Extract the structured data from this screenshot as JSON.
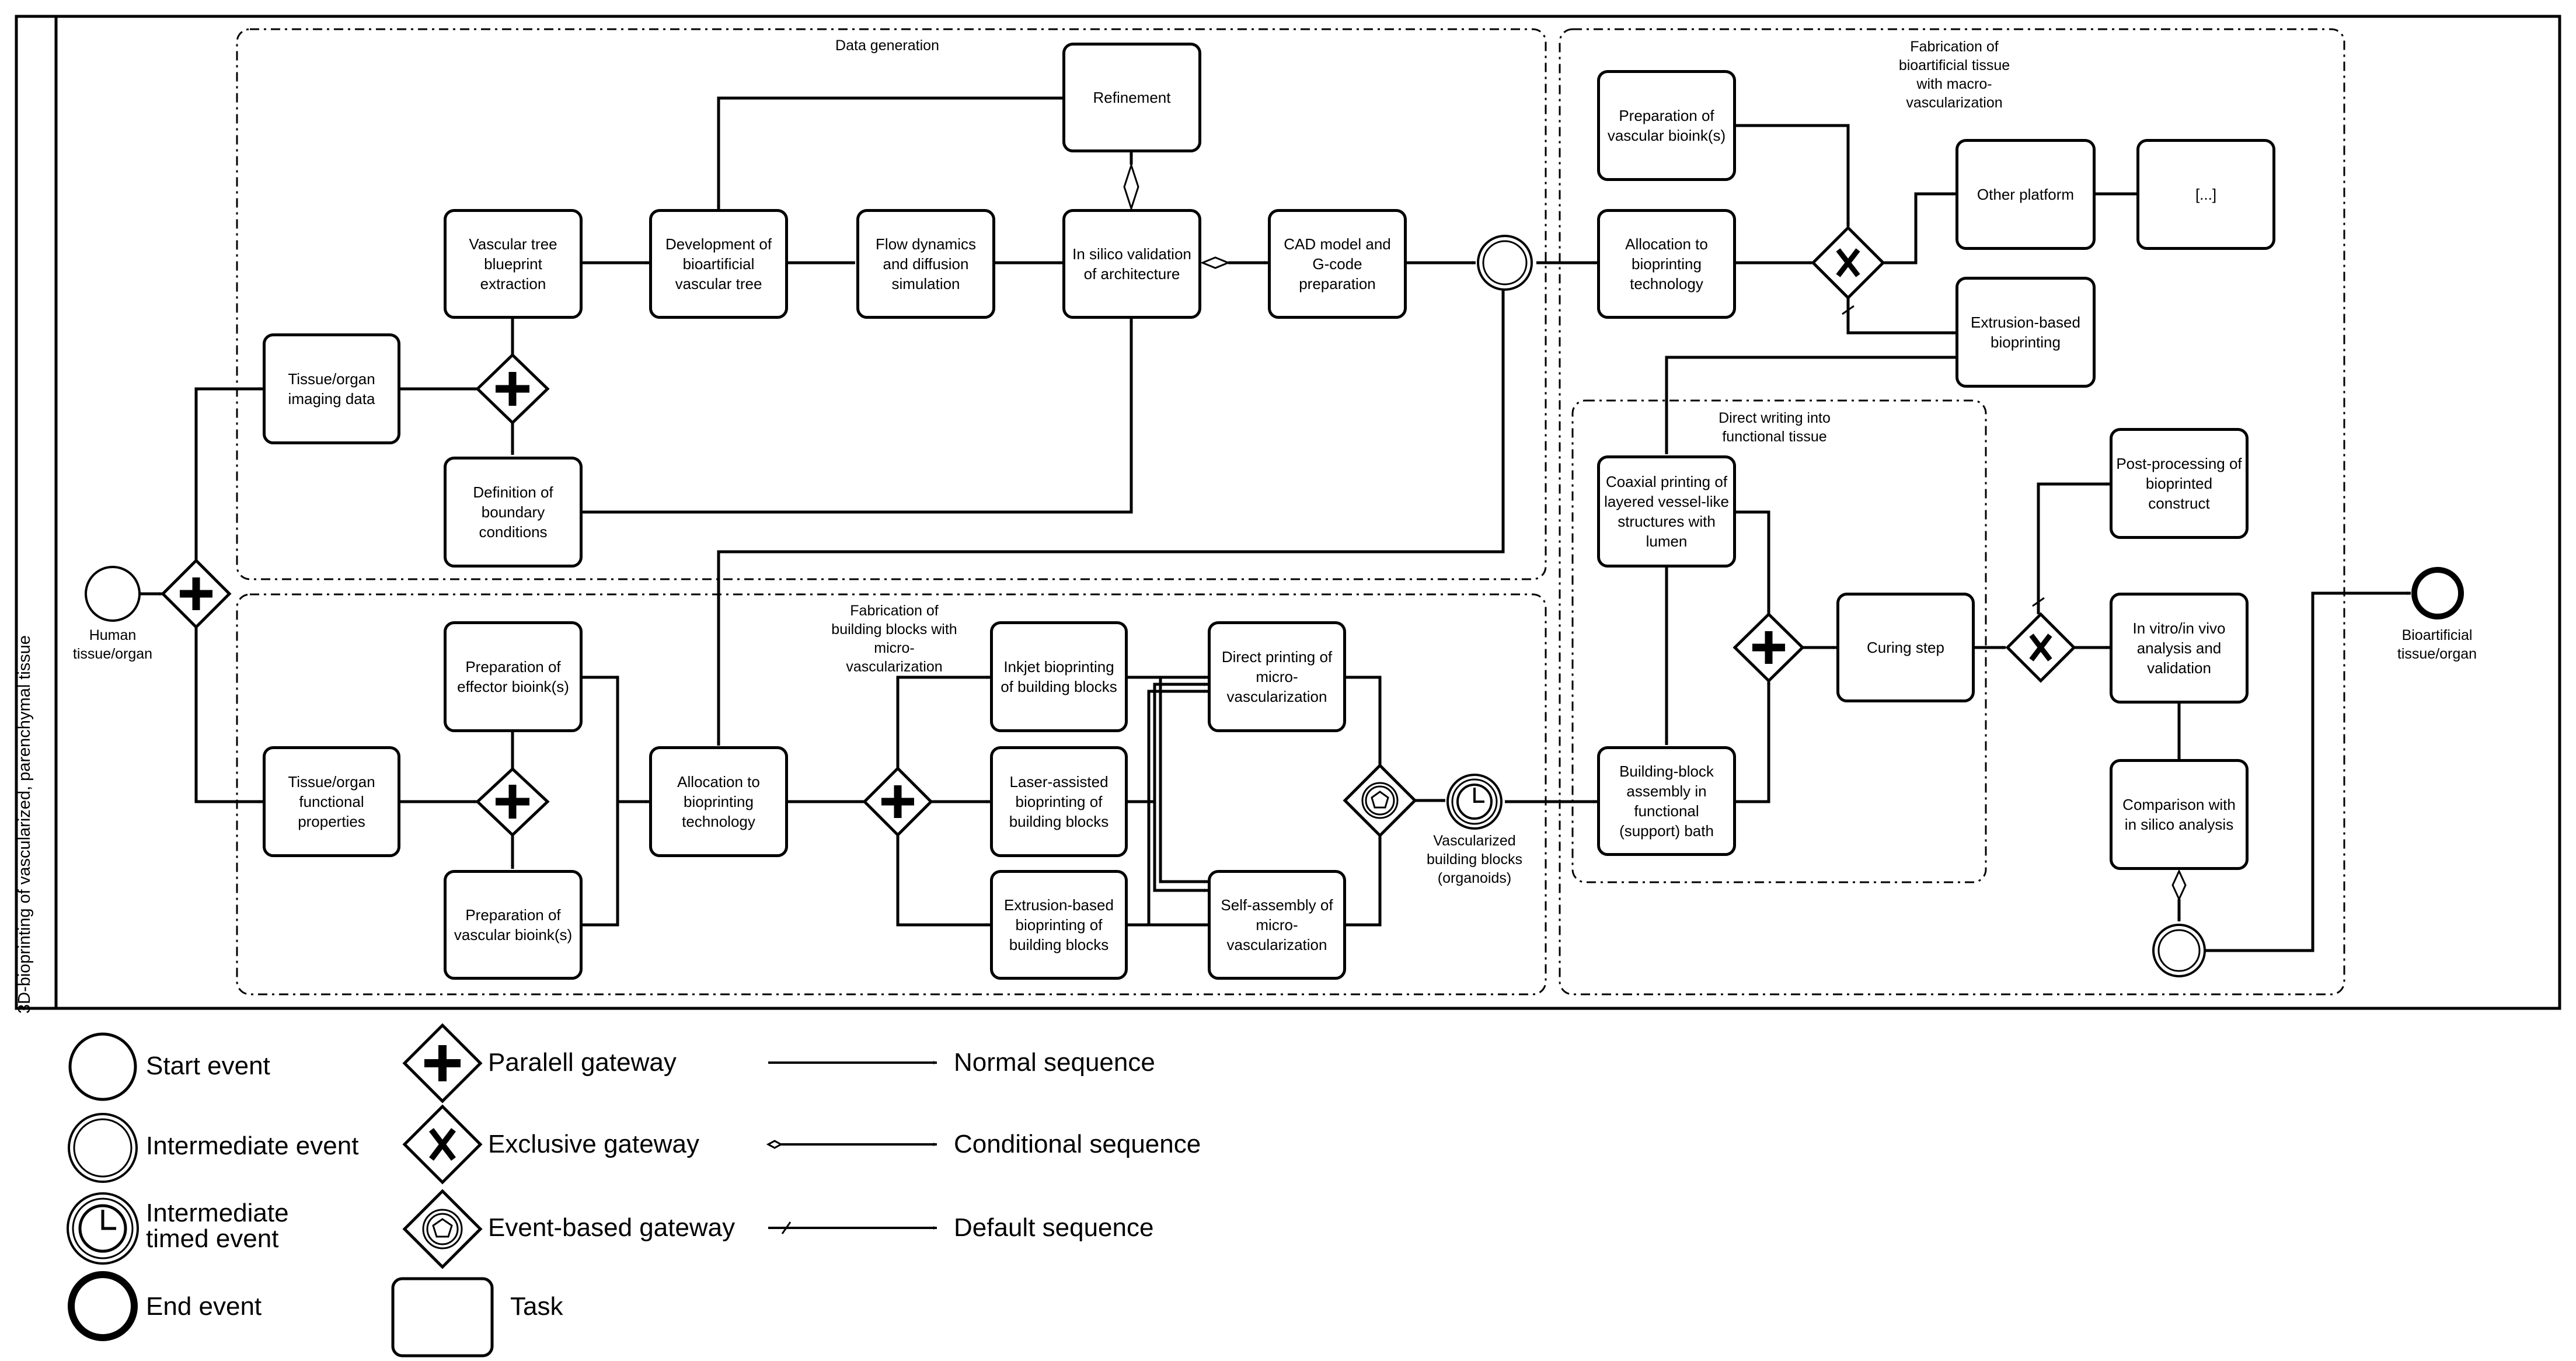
{
  "pool": {
    "lane_label": "3D-bioprinting of vascularized, parenchymal tissue"
  },
  "groups": {
    "data_generation": "Data generation",
    "building_blocks": "Fabrication of building blocks with micro-vascularization",
    "macro_vascularization": "Fabrication of bioartificial tissue with macro-vascularization",
    "direct_writing": "Direct writing into functional tissue"
  },
  "events": {
    "start": "Human tissue/organ",
    "end": "Bioartificial tissue/organ",
    "timed": "Vascularized building blocks (organoids)"
  },
  "tasks": {
    "imaging_data": "Tissue/organ imaging data",
    "functional_properties": "Tissue/organ functional properties",
    "blueprint_extraction": "Vascular tree blueprint extraction",
    "boundary_conditions": "Definition of boundary conditions",
    "dev_vascular_tree": "Development of bioartificial vascular tree",
    "flow_dynamics": "Flow dynamics and diffusion simulation",
    "refinement": "Refinement",
    "in_silico_validation": "In silico validation of architecture",
    "cad_model": "CAD model and G-code preparation",
    "effector_bioink": "Preparation of effector bioink(s)",
    "vascular_bioink_a": "Preparation of vascular bioink(s)",
    "allocation_a": "Allocation to bioprinting technology",
    "inkjet": "Inkjet bioprinting of building blocks",
    "laser": "Laser-assisted bioprinting of building blocks",
    "extrusion_blocks": "Extrusion-based bioprinting of building blocks",
    "direct_micro": "Direct printing of micro-vascularization",
    "self_assembly": "Self-assembly of micro-vascularization",
    "vascular_bioink_b": "Preparation of vascular bioink(s)",
    "allocation_b": "Allocation to bioprinting technology",
    "other_platform": "Other platform",
    "ellipsis": "[...]",
    "extrusion_based": "Extrusion-based bioprinting",
    "coaxial": "Coaxial printing of layered vessel-like structures with lumen",
    "bb_assembly": "Building-block assembly in functional (support) bath",
    "curing": "Curing step",
    "post_processing": "Post-processing of bioprinted construct",
    "in_vitro": "In vitro/in vivo analysis and validation",
    "comparison": "Comparison with in silico analysis"
  },
  "legend": {
    "start_event": "Start event",
    "intermediate_event": "Intermediate event",
    "timed_event": "Intermediate timed event",
    "end_event": "End event",
    "parallel_gateway": "Paralell gateway",
    "exclusive_gateway": "Exclusive gateway",
    "event_gateway": "Event-based gateway",
    "task": "Task",
    "normal_seq": "Normal sequence",
    "conditional_seq": "Conditional sequence",
    "default_seq": "Default sequence"
  }
}
